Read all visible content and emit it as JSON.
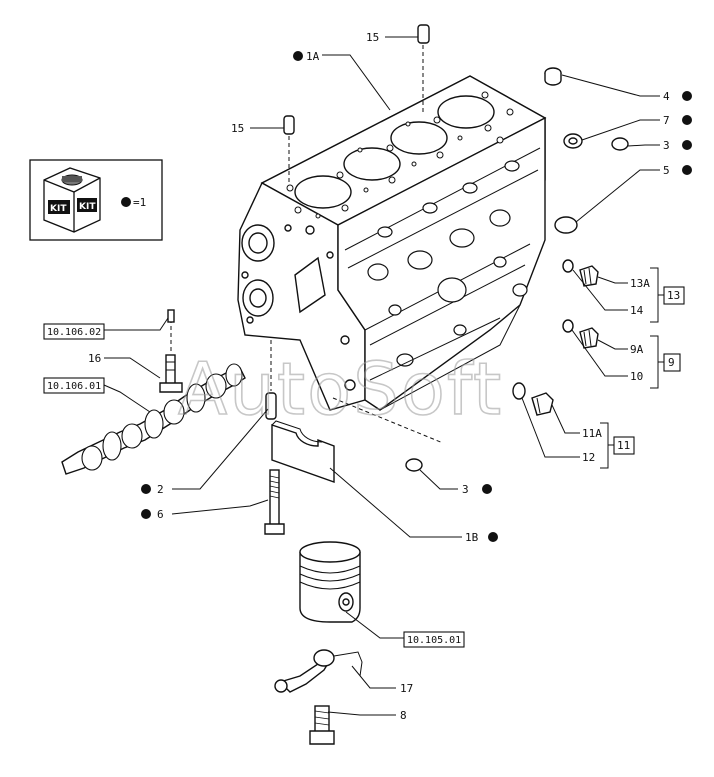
{
  "callouts": {
    "c15_top": "15",
    "c1A": "1A",
    "c15_left": "15",
    "c4": "4",
    "c7": "7",
    "c3_right": "3",
    "c5": "5",
    "c13A": "13A",
    "c14": "14",
    "c13": "13",
    "c9A": "9A",
    "c10": "10",
    "c9": "9",
    "c11A": "11A",
    "c12": "12",
    "c11": "11",
    "c16": "16",
    "c2": "2",
    "c3_bottom": "3",
    "c6": "6",
    "c1B": "1B",
    "c17": "17",
    "c8": "8"
  },
  "references": {
    "ref_10_106_02": "10.106.02",
    "ref_10_106_01": "10.106.01",
    "ref_10_105_01": "10.105.01"
  },
  "kit_legend": {
    "kit_text_1": "KIT",
    "kit_text_2": "KIT",
    "equals_label": "=1"
  },
  "watermark": "AutoSoft"
}
